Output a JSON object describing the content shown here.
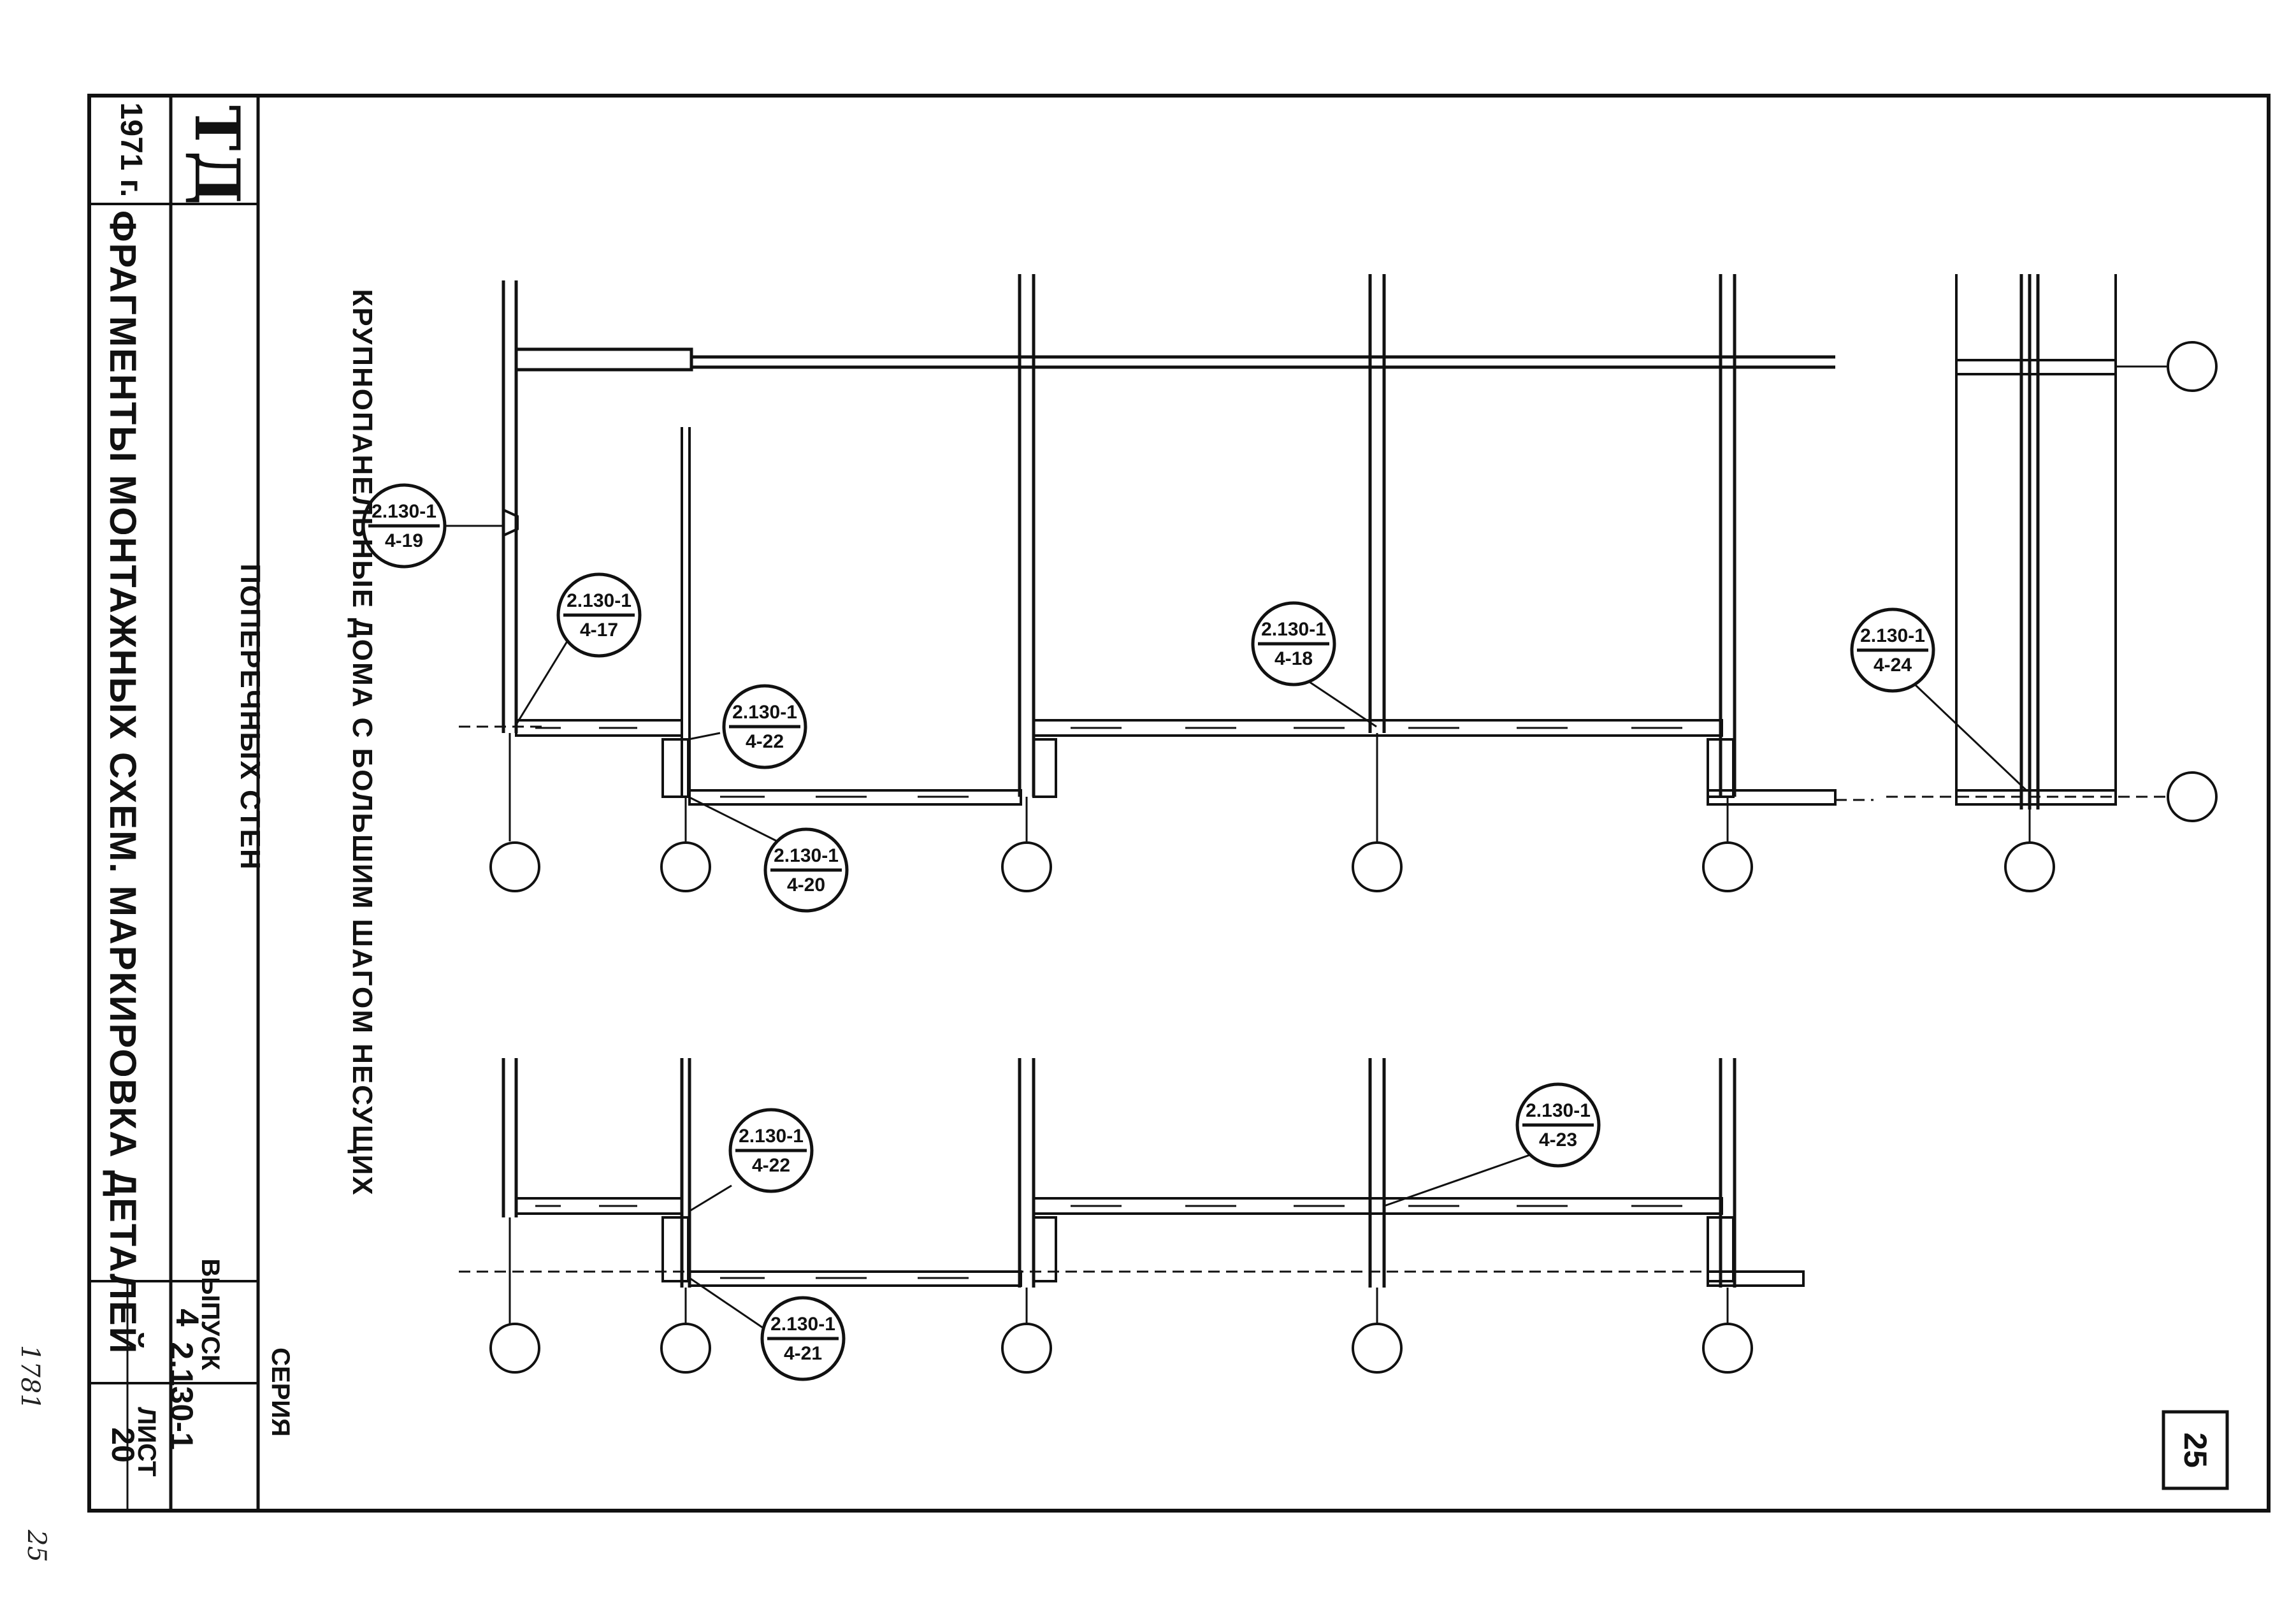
{
  "title_block": {
    "logo": "ТД",
    "year": "1971 г.",
    "project_line1": "КРУПНОПАНЕЛЬНЫЕ ДОМА С БОЛЬШИМ ШАГОМ НЕСУЩИХ",
    "project_line2": "ПОПЕРЕЧНЫХ СТЕН",
    "sheet_title": "ФРАГМЕНТЫ МОНТАЖНЫХ СХЕМ. МАРКИРОВКА ДЕТАЛЕЙ",
    "series_label": "СЕРИЯ",
    "series_value": "2.130-1",
    "issue_label": "ВЫПУСК",
    "issue_value": "4",
    "sheet_label": "ЛИСТ",
    "sheet_value": "20"
  },
  "page_number": "25",
  "margin_notes": [
    "1781",
    "25"
  ],
  "callouts": [
    {
      "top": "2.130-1",
      "bottom": "4-19"
    },
    {
      "top": "2.130-1",
      "bottom": "4-17"
    },
    {
      "top": "2.130-1",
      "bottom": "4-22"
    },
    {
      "top": "2.130-1",
      "bottom": "4-20"
    },
    {
      "top": "2.130-1",
      "bottom": "4-18"
    },
    {
      "top": "2.130-1",
      "bottom": "4-24"
    },
    {
      "top": "2.130-1",
      "bottom": "4-22"
    },
    {
      "top": "2.130-1",
      "bottom": "4-21"
    },
    {
      "top": "2.130-1",
      "bottom": "4-23"
    }
  ]
}
